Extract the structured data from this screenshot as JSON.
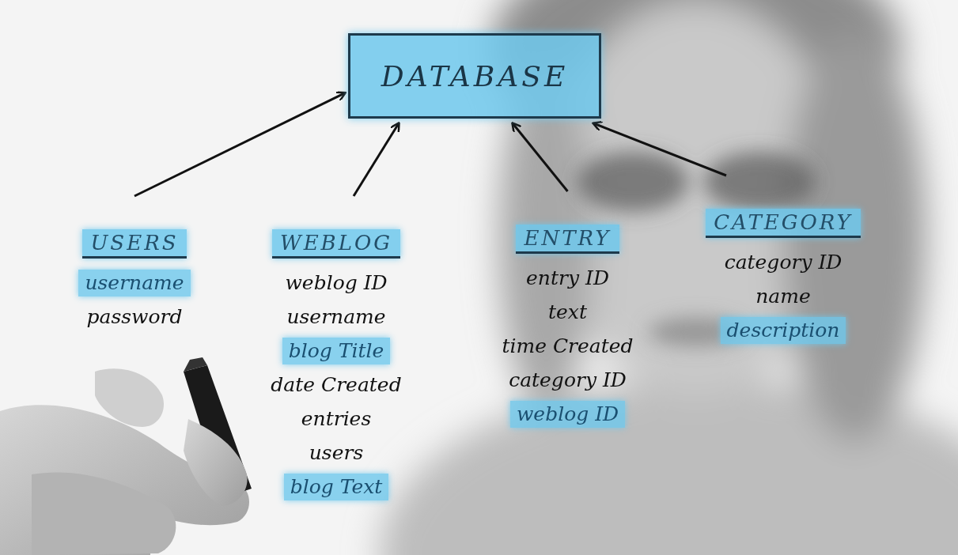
{
  "diagram": {
    "nodes": [
      {
        "text": [
          "DATABASE"
        ]
      },
      {
        "text": [
          "USERS",
          "username",
          "password"
        ]
      },
      {
        "text": [
          "WEBLOG",
          "weblog ID",
          "username",
          "blog Title",
          "date Created",
          "entries",
          "users",
          "blog Text"
        ]
      },
      {
        "text": [
          "ENTRY",
          "entry ID",
          "text",
          "time Created",
          "category ID",
          "weblog ID"
        ]
      },
      {
        "text": [
          "CATEGORY",
          "category ID",
          "name",
          "description"
        ]
      }
    ],
    "edges": [
      {
        "from": 1,
        "to": 0,
        "arrow": "to"
      },
      {
        "from": 2,
        "to": 0,
        "arrow": "to"
      },
      {
        "from": 3,
        "to": 0,
        "arrow": "to"
      },
      {
        "from": 4,
        "to": 0,
        "arrow": "to"
      }
    ]
  }
}
